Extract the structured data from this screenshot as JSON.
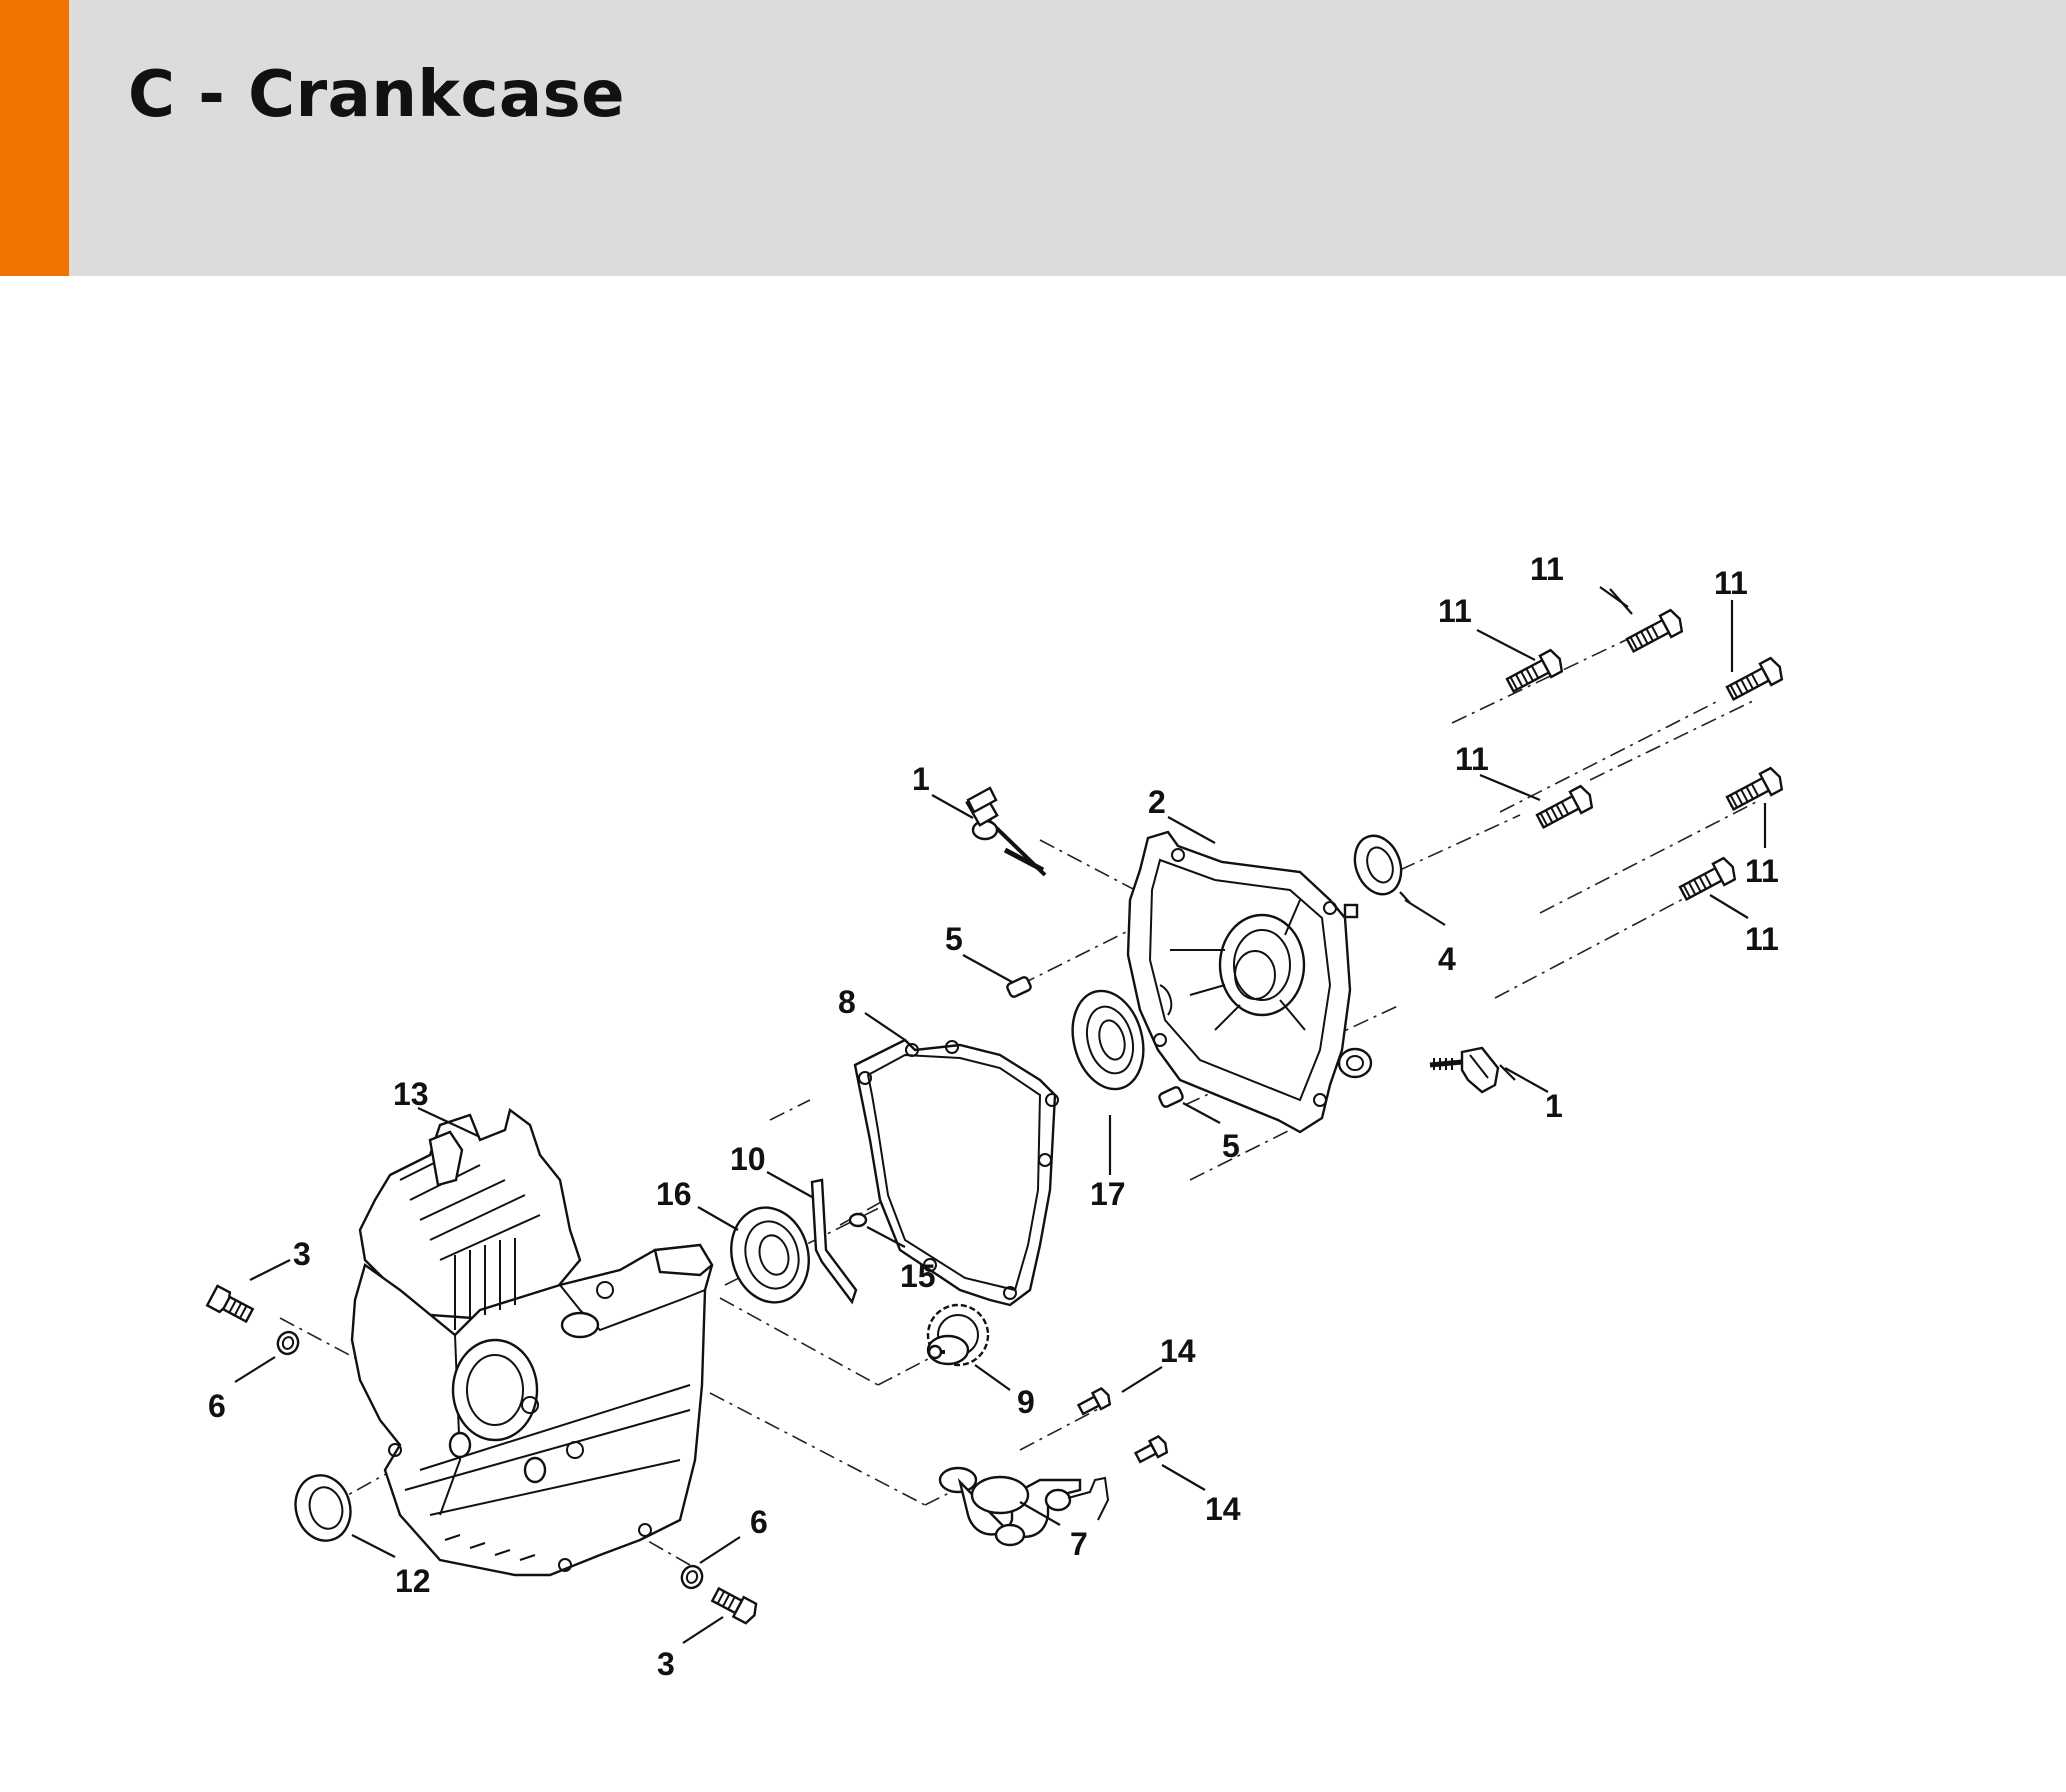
{
  "header": {
    "title": "C - Crankcase",
    "accent_color": "#f07300",
    "background_color": "#dcdcdc"
  },
  "labels": [
    {
      "id": "l11a",
      "text": "11"
    },
    {
      "id": "l11b",
      "text": "11"
    },
    {
      "id": "l11c",
      "text": "11"
    },
    {
      "id": "l11d",
      "text": "11"
    },
    {
      "id": "l11e",
      "text": "11"
    },
    {
      "id": "l11f",
      "text": "11"
    },
    {
      "id": "l1a",
      "text": "1"
    },
    {
      "id": "l2",
      "text": "2"
    },
    {
      "id": "l4",
      "text": "4"
    },
    {
      "id": "l5a",
      "text": "5"
    },
    {
      "id": "l8",
      "text": "8"
    },
    {
      "id": "l1b",
      "text": "1"
    },
    {
      "id": "l13",
      "text": "13"
    },
    {
      "id": "l17",
      "text": "17"
    },
    {
      "id": "l5b",
      "text": "5"
    },
    {
      "id": "l10",
      "text": "10"
    },
    {
      "id": "l16",
      "text": "16"
    },
    {
      "id": "l3a",
      "text": "3"
    },
    {
      "id": "l15",
      "text": "15"
    },
    {
      "id": "l14a",
      "text": "14"
    },
    {
      "id": "l6a",
      "text": "6"
    },
    {
      "id": "l9",
      "text": "9"
    },
    {
      "id": "l14b",
      "text": "14"
    },
    {
      "id": "l7",
      "text": "7"
    },
    {
      "id": "l6b",
      "text": "6"
    },
    {
      "id": "l12",
      "text": "12"
    },
    {
      "id": "l3b",
      "text": "3"
    }
  ]
}
